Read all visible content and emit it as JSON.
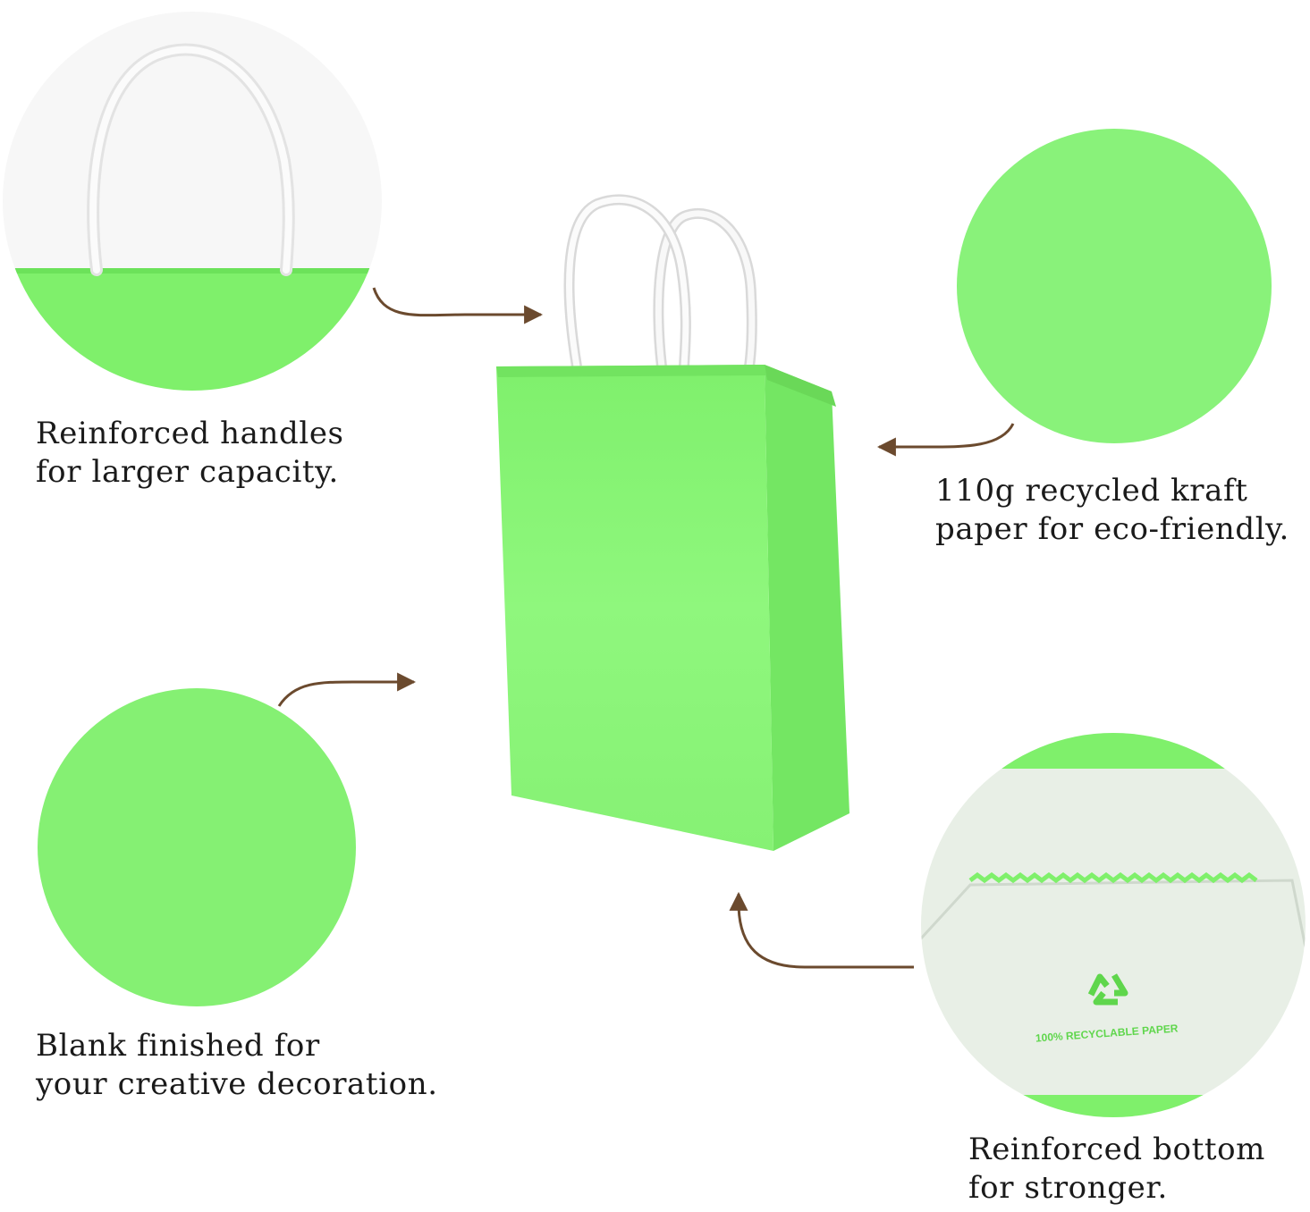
{
  "colors": {
    "bag_green": "#8cf57a",
    "bag_green_dark": "#6fe060",
    "handle_white": "#f4f4f4",
    "arrow_brown": "#6b4a2e",
    "text": "#1a1a1a",
    "bottom_paper": "#e8efe6"
  },
  "callouts": {
    "handles": {
      "line1": "Reinforced handles",
      "line2": "for larger capacity."
    },
    "kraft": {
      "line1": "110g recycled kraft",
      "line2": "paper for eco-friendly."
    },
    "blank": {
      "line1": "Blank finished for",
      "line2": "your creative decoration."
    },
    "bottom": {
      "line1": "Reinforced bottom",
      "line2": "for stronger.",
      "stamp_text": "100% RECYCLABLE PAPER",
      "stamp_icon": "recycle-icon"
    }
  },
  "product": {
    "icon": "paper-bag-with-twisted-handles"
  }
}
